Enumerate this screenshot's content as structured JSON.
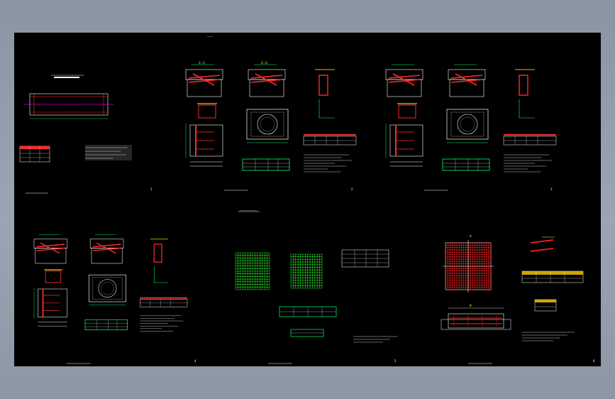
{
  "sheet": {
    "top_label": "——",
    "mid_label": "——————",
    "page_numbers": [
      "1",
      "2",
      "3",
      "4",
      "5",
      "6"
    ],
    "section_marks": [
      "1—1",
      "2—2",
      "A",
      "B"
    ]
  },
  "colors": {
    "background": "#000000",
    "outline": "#ffffff",
    "rebar": "#ff2a2a",
    "dimension": "#00ff66",
    "mesh": "#22dd22",
    "grid_red": "#ff2020",
    "axis": "#ff00ff",
    "annotation": "#ffff33"
  }
}
